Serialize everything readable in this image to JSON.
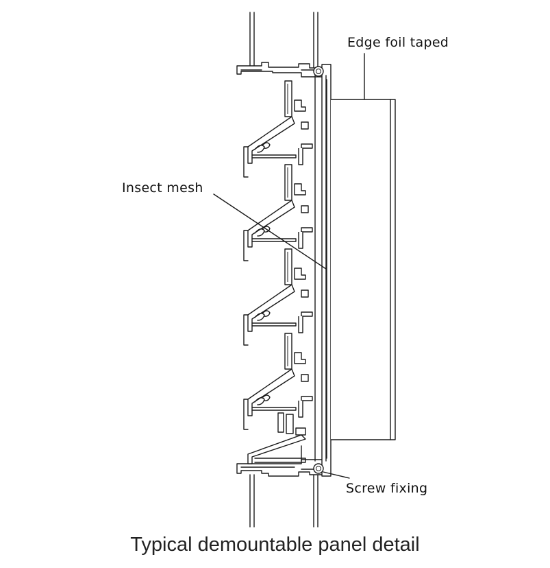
{
  "diagram": {
    "caption": "Typical demountable panel detail",
    "labels": {
      "edge_foil": "Edge foil taped",
      "insect_mesh": "Insect mesh",
      "screw_fixing": "Screw fixing"
    },
    "colors": {
      "line": "#1a1a1a",
      "background": "#ffffff"
    }
  }
}
